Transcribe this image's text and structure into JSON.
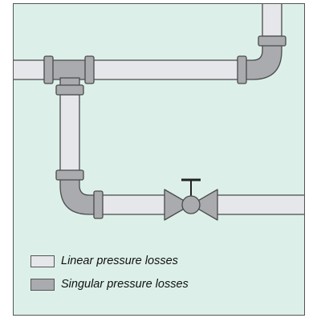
{
  "legend": [
    {
      "key": "linear",
      "label": "Linear pressure losses",
      "color": "#e6e7ea"
    },
    {
      "key": "singular",
      "label": "Singular pressure losses",
      "color": "#a9abae"
    }
  ],
  "colors": {
    "background": "#dcf0e9",
    "frame": "#555555",
    "outline": "#4a4a4a",
    "straight_pipe": "#e6e7ea",
    "fitting": "#a9abae"
  },
  "icons": {
    "valve": "gate-valve-icon",
    "tee": "tee-fitting-icon",
    "elbow": "elbow-fitting-icon"
  }
}
